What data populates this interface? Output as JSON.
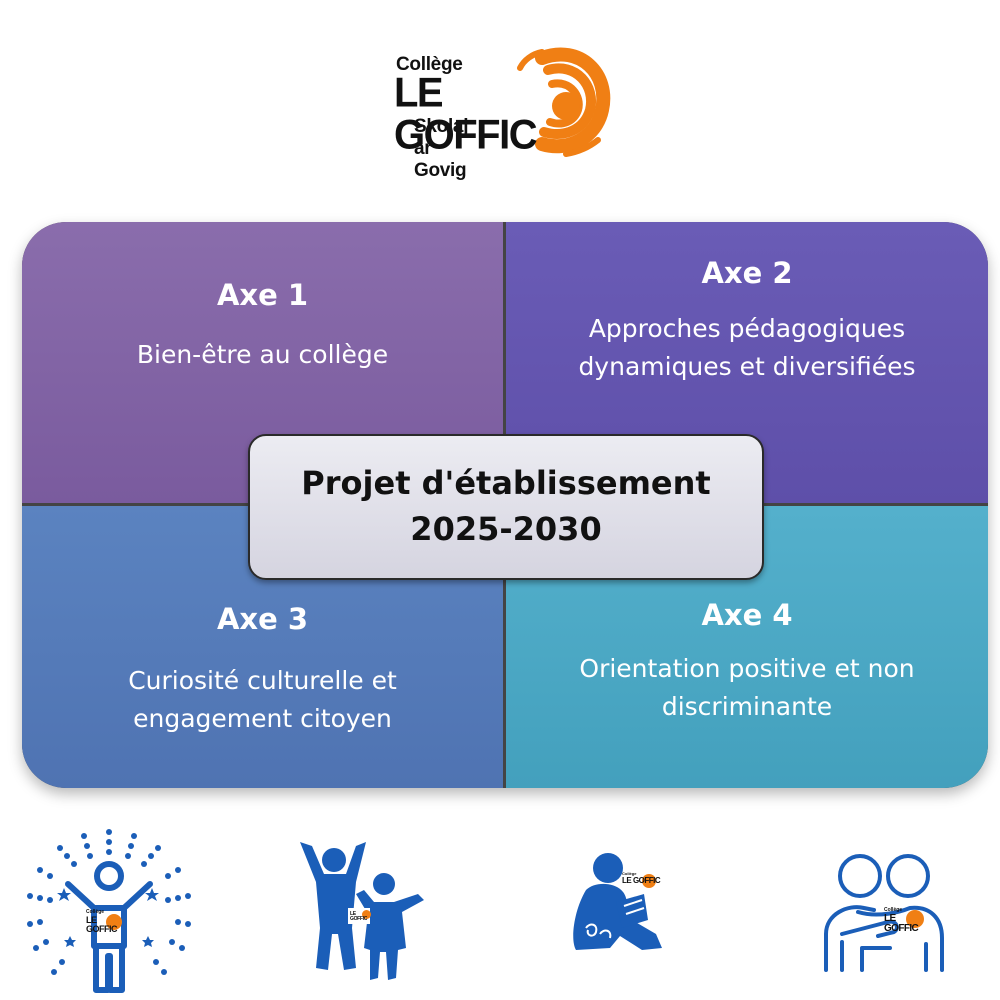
{
  "logo": {
    "line1": "Collège",
    "line2": "LE GOFFIC",
    "line3": "Skolaj ar Govig",
    "accent_color": "#f07f14"
  },
  "center": {
    "line1": "Projet d'établissement",
    "line2": "2025-2030"
  },
  "axes": [
    {
      "title": "Axe 1",
      "text": "Bien-être au collège",
      "color": "#7d5fa1"
    },
    {
      "title": "Axe 2",
      "text": "Approches pédagogiques dynamiques et diversifiées",
      "color": "#6153ad"
    },
    {
      "title": "Axe 3",
      "text": "Curiosité culturelle et engagement citoyen",
      "color": "#5378b6"
    },
    {
      "title": "Axe 4",
      "text": "Orientation positive et non discriminante",
      "color": "#48a6c3"
    }
  ],
  "icons": [
    {
      "name": "wellbeing-person-icon",
      "color": "#1b5eb8"
    },
    {
      "name": "jumping-kids-icon",
      "color": "#1b5eb8"
    },
    {
      "name": "reading-child-icon",
      "color": "#1b5eb8"
    },
    {
      "name": "two-people-support-icon",
      "color": "#1b5eb8"
    }
  ]
}
